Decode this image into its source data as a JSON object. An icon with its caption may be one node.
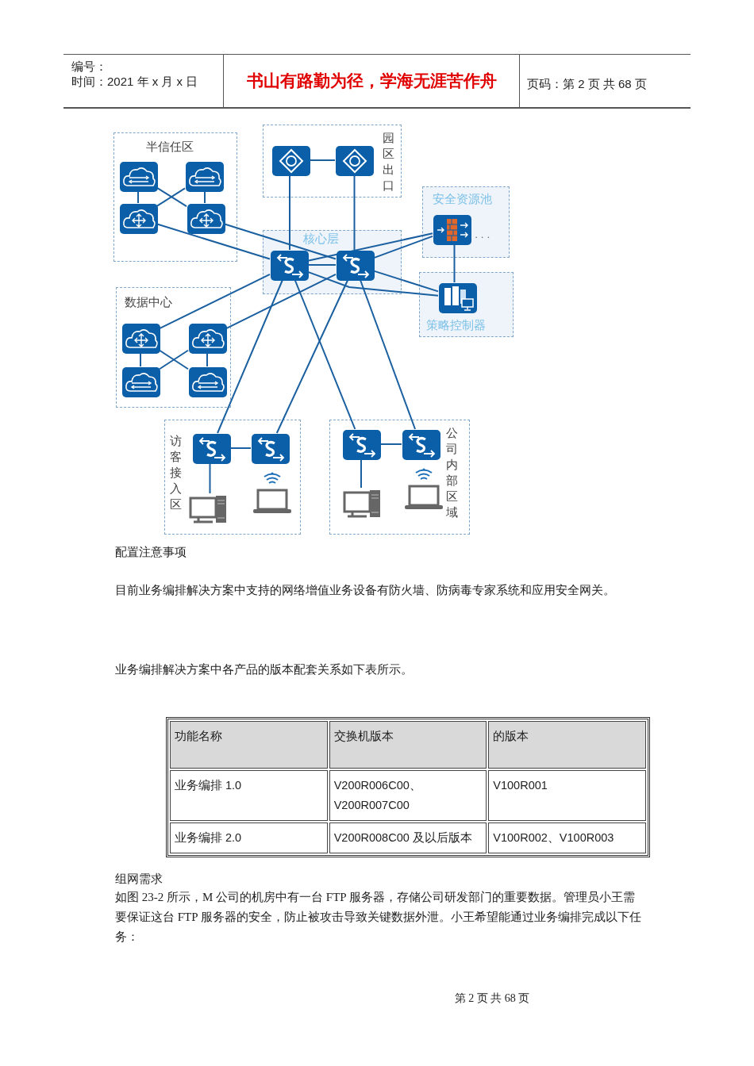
{
  "diagram": {
    "nodes": [
      {
        "text": [
          "半信任区"
        ]
      },
      {
        "text": [],
        "shape": "box",
        "in": 0
      },
      {
        "text": [],
        "shape": "box",
        "in": 0
      },
      {
        "text": [],
        "shape": "box",
        "in": 0
      },
      {
        "text": [],
        "shape": "box",
        "in": 0
      },
      {
        "text": [
          "园区出口"
        ]
      },
      {
        "text": [],
        "shape": "box",
        "in": 5
      },
      {
        "text": [],
        "shape": "box",
        "in": 5
      },
      {
        "text": [
          "安全资源池"
        ]
      },
      {
        "text": [],
        "shape": "box",
        "in": 8
      },
      {
        "text": [
          "核心层"
        ]
      },
      {
        "text": [],
        "shape": "box",
        "in": 10
      },
      {
        "text": [],
        "shape": "box",
        "in": 10
      },
      {
        "text": [
          "策略控制器"
        ]
      },
      {
        "text": [],
        "shape": "box",
        "in": 13
      },
      {
        "text": [
          "数据中心"
        ]
      },
      {
        "text": [],
        "shape": "box",
        "in": 15
      },
      {
        "text": [],
        "shape": "box",
        "in": 15
      },
      {
        "text": [],
        "shape": "box",
        "in": 15
      },
      {
        "text": [],
        "shape": "box",
        "in": 15
      },
      {
        "text": [
          "访客接入区"
        ]
      },
      {
        "text": [],
        "shape": "box",
        "in": 20
      },
      {
        "text": [],
        "shape": "box",
        "in": 20
      },
      {
        "text": [],
        "shape": "computer",
        "in": 20
      },
      {
        "text": [],
        "shape": "laptop",
        "in": 20
      },
      {
        "text": [
          "公司内部区域"
        ]
      },
      {
        "text": [],
        "shape": "box",
        "in": 25
      },
      {
        "text": [],
        "shape": "box",
        "in": 25
      },
      {
        "text": [],
        "shape": "computer",
        "in": 25
      },
      {
        "text": [],
        "shape": "laptop",
        "in": 25
      }
    ],
    "edges": [
      {
        "from": 1,
        "to": 3,
        "arrow": "none"
      },
      {
        "from": 2,
        "to": 4,
        "arrow": "none"
      },
      {
        "from": 1,
        "to": 4,
        "arrow": "none"
      },
      {
        "from": 2,
        "to": 3,
        "arrow": "none"
      },
      {
        "from": 3,
        "to": 11,
        "arrow": "none"
      },
      {
        "from": 4,
        "to": 12,
        "arrow": "none"
      },
      {
        "from": 6,
        "to": 7,
        "arrow": "none"
      },
      {
        "from": 6,
        "to": 11,
        "arrow": "none"
      },
      {
        "from": 7,
        "to": 12,
        "arrow": "none"
      },
      {
        "from": 9,
        "to": 11,
        "arrow": "none"
      },
      {
        "from": 9,
        "to": 12,
        "arrow": "none"
      },
      {
        "from": 9,
        "to": 14,
        "arrow": "none"
      },
      {
        "from": 11,
        "to": 12,
        "arrow": "none"
      },
      {
        "from": 11,
        "to": 14,
        "arrow": "none"
      },
      {
        "from": 12,
        "to": 14,
        "arrow": "none"
      },
      {
        "from": 11,
        "to": 16,
        "arrow": "none"
      },
      {
        "from": 12,
        "to": 17,
        "arrow": "none"
      },
      {
        "from": 16,
        "to": 18,
        "arrow": "none"
      },
      {
        "from": 17,
        "to": 19,
        "arrow": "none"
      },
      {
        "from": 16,
        "to": 19,
        "arrow": "none"
      },
      {
        "from": 17,
        "to": 18,
        "arrow": "none"
      },
      {
        "from": 11,
        "to": 21,
        "arrow": "none"
      },
      {
        "from": 12,
        "to": 22,
        "arrow": "none"
      },
      {
        "from": 11,
        "to": 26,
        "arrow": "none"
      },
      {
        "from": 12,
        "to": 27,
        "arrow": "none"
      },
      {
        "from": 21,
        "to": 22,
        "arrow": "none"
      },
      {
        "from": 21,
        "to": 23,
        "arrow": "none"
      },
      {
        "from": 26,
        "to": 27,
        "arrow": "none"
      },
      {
        "from": 26,
        "to": 28,
        "arrow": "none"
      }
    ],
    "labels": [
      "编号：",
      "时间：2021 年 x 月 x 日",
      "书山有路勤为径，学海无涯苦作舟",
      "页码：第 2 页 共 68 页",
      "· · ·",
      "配置注意事项",
      "目前业务编排解决方案中支持的网络增值业务设备有防火墙、防病毒专家系统和应用安全网关。",
      "业务编排解决方案中各产品的版本配套关系如下表所示。",
      "功能名称",
      "交换机版本",
      "的版本",
      "业务编排 1.0",
      "V200R006C00、V200R007C00",
      "V100R001",
      "业务编排 2.0",
      "V200R008C00 及以后版本",
      "V100R002、V100R003",
      "组网需求",
      "如图 23-2 所示，M 公司的机房中有一台 FTP 服务器，存储公司研发部门的重要数据。管理员小王需要保证这台 FTP 服务器的安全，防止被攻击导致关键数据外泄。小王希望能通过业务编排完成以下任务：",
      "第 2 页 共 68 页"
    ]
  }
}
